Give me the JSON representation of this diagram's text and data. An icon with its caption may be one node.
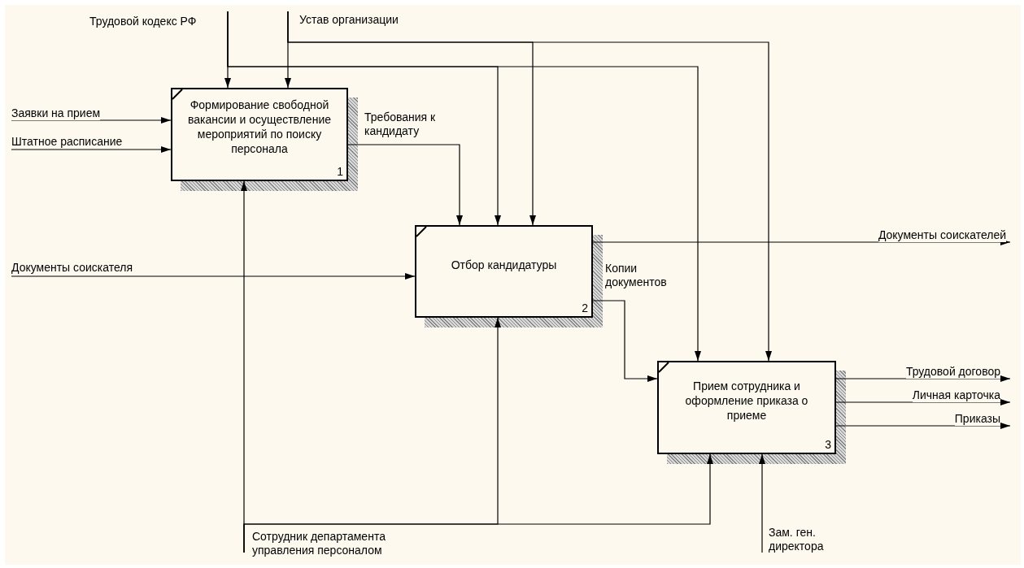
{
  "diagram": {
    "nodes": [
      {
        "text": [
          "Формирование свободной вакансии и осуществление мероприятий по поиску персонала",
          "1"
        ]
      },
      {
        "text": [
          "Отбор кандидатуры",
          "2"
        ]
      },
      {
        "text": [
          "Прием сотрудника и оформление приказа о приеме",
          "3"
        ]
      }
    ],
    "edges": [
      {
        "from": null,
        "to": 0,
        "arrow": "to",
        "label": "Трудовой кодекс РФ"
      },
      {
        "from": null,
        "to": 1,
        "arrow": "to"
      },
      {
        "from": null,
        "to": 2,
        "arrow": "to"
      },
      {
        "from": null,
        "to": 0,
        "arrow": "to",
        "label": "Устав организации"
      },
      {
        "from": null,
        "to": 1,
        "arrow": "to"
      },
      {
        "from": null,
        "to": 2,
        "arrow": "to"
      },
      {
        "from": null,
        "to": 0,
        "arrow": "to",
        "label": "Заявки на прием"
      },
      {
        "from": null,
        "to": 0,
        "arrow": "to",
        "label": "Штатное расписание"
      },
      {
        "from": 0,
        "to": 1,
        "arrow": "to",
        "label": "Требования к кандидату"
      },
      {
        "from": null,
        "to": 1,
        "arrow": "to",
        "label": "Документы соискателя"
      },
      {
        "from": 1,
        "to": null,
        "arrow": "to",
        "label": "Документы соискателей"
      },
      {
        "from": 1,
        "to": 2,
        "arrow": "to",
        "label": "Копии документов"
      },
      {
        "from": 2,
        "to": null,
        "arrow": "to",
        "label": "Трудовой договор"
      },
      {
        "from": 2,
        "to": null,
        "arrow": "to",
        "label": "Личная карточка"
      },
      {
        "from": 2,
        "to": null,
        "arrow": "to",
        "label": "Приказы"
      },
      {
        "from": null,
        "to": 0,
        "arrow": "to",
        "label": "Сотрудник департамента управления персоналом"
      },
      {
        "from": null,
        "to": 1,
        "arrow": "to"
      },
      {
        "from": null,
        "to": 2,
        "arrow": "to"
      },
      {
        "from": null,
        "to": 2,
        "arrow": "to",
        "label": "Зам. ген. директора"
      }
    ]
  }
}
